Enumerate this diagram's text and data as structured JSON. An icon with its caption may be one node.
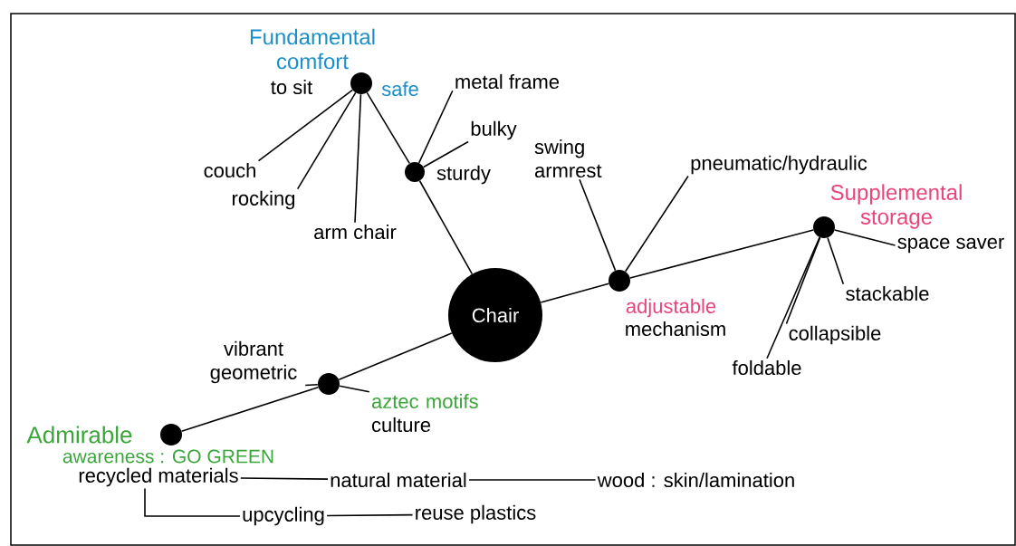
{
  "diagram": {
    "nodes": [
      {
        "text": [
          "Chair"
        ]
      },
      {
        "text": [],
        "shape": "circle",
        "beside": [
          "Fundamental comfort",
          "to sit",
          "safe"
        ]
      },
      {
        "text": [
          "couch"
        ]
      },
      {
        "text": [
          "rocking"
        ]
      },
      {
        "text": [
          "arm chair"
        ]
      },
      {
        "text": [],
        "shape": "circle",
        "beside": [
          "sturdy"
        ]
      },
      {
        "text": [
          "metal frame"
        ]
      },
      {
        "text": [
          "bulky"
        ]
      },
      {
        "text": [
          "swing armrest"
        ]
      },
      {
        "text": [
          "pneumatic/hydraulic"
        ]
      },
      {
        "text": [],
        "shape": "circle",
        "beside": [
          "adjustable",
          "mechanism"
        ]
      },
      {
        "text": [],
        "shape": "circle",
        "beside": [
          "Supplemental storage"
        ]
      },
      {
        "text": [
          "space saver"
        ]
      },
      {
        "text": [
          "stackable"
        ]
      },
      {
        "text": [
          "collapsible"
        ]
      },
      {
        "text": [
          "foldable"
        ]
      },
      {
        "text": [
          "vibrant geometric"
        ]
      },
      {
        "text": [],
        "shape": "circle"
      },
      {
        "text": [
          "aztec motifs",
          "culture"
        ]
      },
      {
        "text": [],
        "shape": "circle",
        "beside": [
          "Admirable",
          "awareness : GO GREEN"
        ]
      },
      {
        "text": [
          "recycled materials"
        ]
      },
      {
        "text": [
          "natural material"
        ]
      },
      {
        "text": [
          "wood : skin/lamination"
        ]
      },
      {
        "text": [
          "upcycling"
        ]
      },
      {
        "text": [
          "reuse plastics"
        ]
      }
    ],
    "edges": [
      {
        "from": 1,
        "to": 2,
        "arrow": "none"
      },
      {
        "from": 1,
        "to": 3,
        "arrow": "none"
      },
      {
        "from": 1,
        "to": 4,
        "arrow": "none"
      },
      {
        "from": 1,
        "to": 5,
        "arrow": "none"
      },
      {
        "from": 6,
        "to": 5,
        "arrow": "none"
      },
      {
        "from": 7,
        "to": 5,
        "arrow": "none"
      },
      {
        "from": 5,
        "to": 0,
        "arrow": "none"
      },
      {
        "from": 8,
        "to": 10,
        "arrow": "none"
      },
      {
        "from": 9,
        "to": 10,
        "arrow": "none"
      },
      {
        "from": 0,
        "to": 10,
        "arrow": "none"
      },
      {
        "from": 10,
        "to": 11,
        "arrow": "none"
      },
      {
        "from": 11,
        "to": 12,
        "arrow": "none"
      },
      {
        "from": 11,
        "to": 13,
        "arrow": "none"
      },
      {
        "from": 11,
        "to": 14,
        "arrow": "none"
      },
      {
        "from": 11,
        "to": 15,
        "arrow": "none"
      },
      {
        "from": 0,
        "to": 17,
        "arrow": "none"
      },
      {
        "from": 16,
        "to": 17,
        "arrow": "none"
      },
      {
        "from": 17,
        "to": 18,
        "arrow": "none"
      },
      {
        "from": 17,
        "to": 19,
        "arrow": "none"
      },
      {
        "from": 20,
        "to": 21,
        "arrow": "none"
      },
      {
        "from": 21,
        "to": 22,
        "arrow": "none"
      },
      {
        "from": 20,
        "to": 23,
        "arrow": "none"
      },
      {
        "from": 23,
        "to": 24,
        "arrow": "none"
      }
    ]
  }
}
